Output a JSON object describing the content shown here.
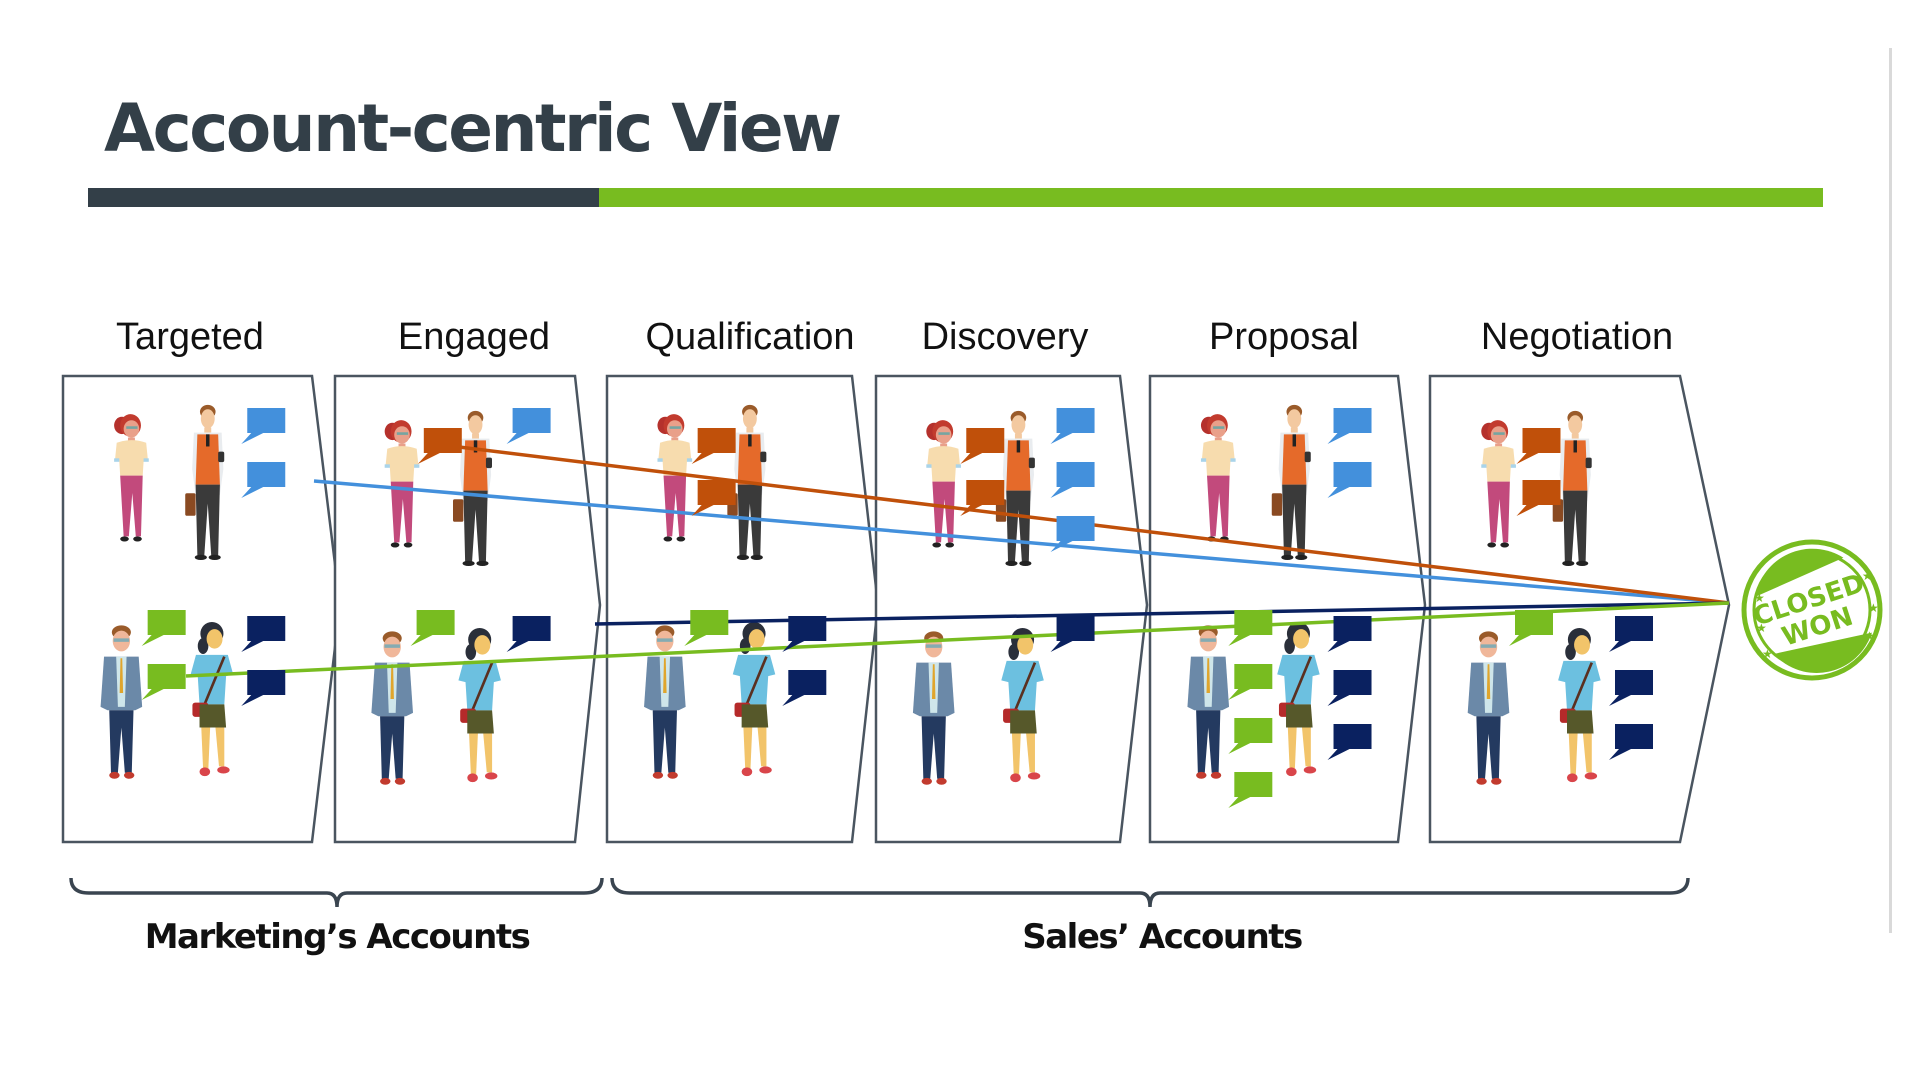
{
  "slide": {
    "title": "Account-centric View",
    "colors": {
      "title": "#333f48",
      "accent_dark": "#333f48",
      "accent_green": "#78bc20",
      "panel_border": "#4a5560"
    }
  },
  "stages": [
    {
      "label": "Targeted"
    },
    {
      "label": "Engaged"
    },
    {
      "label": "Qualification"
    },
    {
      "label": "Discovery"
    },
    {
      "label": "Proposal"
    },
    {
      "label": "Negotiation"
    }
  ],
  "personas": [
    {
      "id": "woman-redhead",
      "color_key": "orange",
      "row": "top",
      "col": "left"
    },
    {
      "id": "man-vest",
      "color_key": "blue",
      "row": "top",
      "col": "right"
    },
    {
      "id": "man-glasses",
      "color_key": "green",
      "row": "bottom",
      "col": "left"
    },
    {
      "id": "woman-bag",
      "color_key": "navy",
      "row": "bottom",
      "col": "right"
    }
  ],
  "bubble_colors": {
    "orange": "#c0500a",
    "blue": "#4390dc",
    "green": "#78bc20",
    "navy": "#0a2160"
  },
  "interactions_per_stage": [
    {
      "stage": "Targeted",
      "orange": 0,
      "blue": 2,
      "green": 2,
      "navy": 2
    },
    {
      "stage": "Engaged",
      "orange": 1,
      "blue": 1,
      "green": 1,
      "navy": 1
    },
    {
      "stage": "Qualification",
      "orange": 2,
      "blue": 0,
      "green": 1,
      "navy": 2
    },
    {
      "stage": "Discovery",
      "orange": 2,
      "blue": 3,
      "green": 0,
      "navy": 1
    },
    {
      "stage": "Proposal",
      "orange": 0,
      "blue": 2,
      "green": 4,
      "navy": 3
    },
    {
      "stage": "Negotiation",
      "orange": 2,
      "blue": 0,
      "green": 1,
      "navy": 3
    }
  ],
  "journey_lines": [
    {
      "persona": "man-vest",
      "color_key": "blue",
      "starts_in": "Targeted"
    },
    {
      "persona": "woman-redhead",
      "color_key": "orange",
      "starts_in": "Engaged"
    },
    {
      "persona": "woman-bag",
      "color_key": "navy",
      "starts_in": "Engaged"
    },
    {
      "persona": "man-glasses",
      "color_key": "green",
      "starts_in": "Targeted"
    }
  ],
  "badge": {
    "line1": "CLOSED",
    "line2": "WON",
    "color": "#78bc20"
  },
  "groups": [
    {
      "label": "Marketing’s Accounts",
      "stages": [
        "Targeted",
        "Engaged"
      ]
    },
    {
      "label": "Sales’ Accounts",
      "stages": [
        "Qualification",
        "Discovery",
        "Proposal",
        "Negotiation"
      ]
    }
  ]
}
